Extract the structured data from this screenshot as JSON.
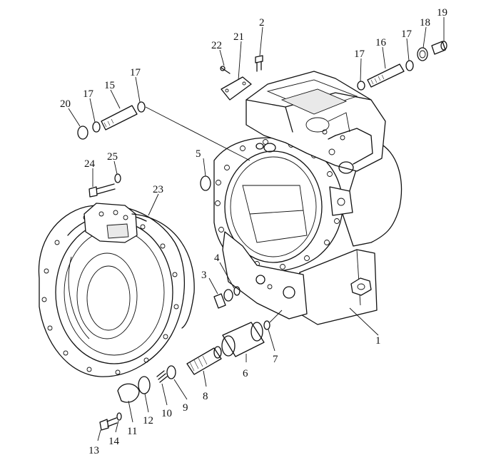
{
  "diagram": {
    "callouts": [
      {
        "id": "c1",
        "label": "1"
      },
      {
        "id": "c2",
        "label": "2"
      },
      {
        "id": "c3",
        "label": "3"
      },
      {
        "id": "c4",
        "label": "4"
      },
      {
        "id": "c5",
        "label": "5"
      },
      {
        "id": "c6",
        "label": "6"
      },
      {
        "id": "c7",
        "label": "7"
      },
      {
        "id": "c8",
        "label": "8"
      },
      {
        "id": "c9",
        "label": "9"
      },
      {
        "id": "c10",
        "label": "10"
      },
      {
        "id": "c11",
        "label": "11"
      },
      {
        "id": "c12",
        "label": "12"
      },
      {
        "id": "c13",
        "label": "13"
      },
      {
        "id": "c14",
        "label": "14"
      },
      {
        "id": "c15",
        "label": "15"
      },
      {
        "id": "c16",
        "label": "16"
      },
      {
        "id": "c17a",
        "label": "17"
      },
      {
        "id": "c17b",
        "label": "17"
      },
      {
        "id": "c17c",
        "label": "17"
      },
      {
        "id": "c17d",
        "label": "17"
      },
      {
        "id": "c18",
        "label": "18"
      },
      {
        "id": "c19",
        "label": "19"
      },
      {
        "id": "c20",
        "label": "20"
      },
      {
        "id": "c21",
        "label": "21"
      },
      {
        "id": "c22",
        "label": "22"
      },
      {
        "id": "c23",
        "label": "23"
      },
      {
        "id": "c24",
        "label": "24"
      },
      {
        "id": "c25",
        "label": "25"
      }
    ]
  }
}
